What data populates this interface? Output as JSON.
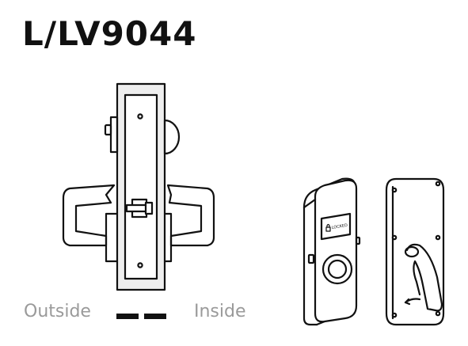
{
  "title": "L/LV9044",
  "legend": {
    "outside_label": "Outside",
    "inside_label": "Inside"
  },
  "indicator": {
    "label": "LOCKED"
  },
  "colors": {
    "ink": "#111111",
    "label_gray": "#9a9a9a",
    "case_fill": "#eeeeee"
  }
}
